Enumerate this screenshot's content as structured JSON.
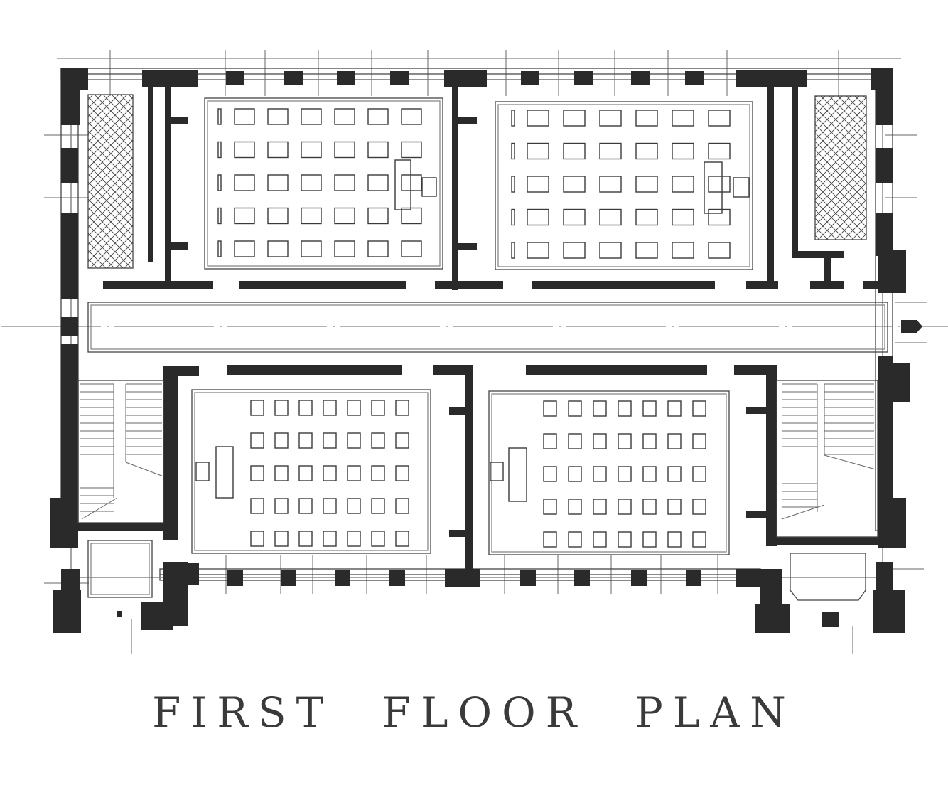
{
  "title": {
    "words": [
      "FIRST",
      "FLOOR",
      "PLAN"
    ],
    "full": "FIRST FLOOR PLAN"
  },
  "drawing": {
    "type": "architectural floor plan",
    "colors": {
      "walls": "#2a2a2a",
      "lines": "#444444",
      "background": "#ffffff"
    },
    "rooms": [
      {
        "id": "classroom-nw",
        "label": "Classroom (north-west)",
        "desk_rows": 5,
        "desk_cols": 6,
        "teacher_desk": "east"
      },
      {
        "id": "classroom-ne",
        "label": "Classroom (north-east)",
        "desk_rows": 5,
        "desk_cols": 6,
        "teacher_desk": "east"
      },
      {
        "id": "classroom-sw",
        "label": "Classroom (south-west)",
        "desk_rows": 5,
        "desk_cols": 7,
        "teacher_desk": "west"
      },
      {
        "id": "classroom-se",
        "label": "Classroom (south-east)",
        "desk_rows": 5,
        "desk_cols": 7,
        "teacher_desk": "west"
      },
      {
        "id": "cloak-nw",
        "label": "Cloak room (north-west, cross-hatched)"
      },
      {
        "id": "cloak-ne",
        "label": "Cloak room (north-east, cross-hatched)"
      },
      {
        "id": "stair-sw",
        "label": "Stair (south-west)"
      },
      {
        "id": "stair-se",
        "label": "Stair (south-east)"
      },
      {
        "id": "vestibule-sw",
        "label": "Entrance vestibule (south-west)"
      },
      {
        "id": "vestibule-se",
        "label": "Entrance vestibule (south-east, chamfered)"
      },
      {
        "id": "corridor",
        "label": "Central corridor"
      }
    ],
    "entrance_arrow": "east"
  }
}
